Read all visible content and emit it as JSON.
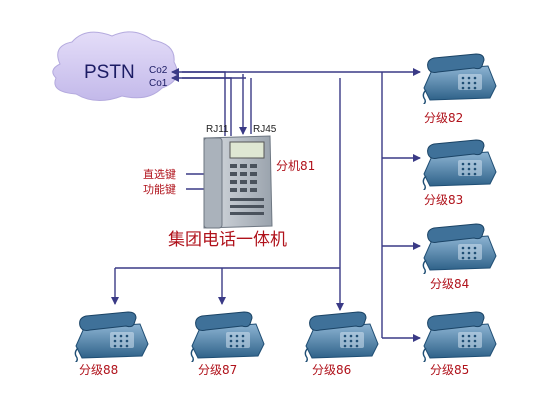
{
  "cloud": {
    "label": "PSTN",
    "co_lines": [
      "Co2",
      "Co1"
    ]
  },
  "pbx": {
    "ports": [
      "RJ11",
      "RJ45"
    ],
    "extension": "分机81",
    "keys": [
      "直选键",
      "功能键"
    ],
    "title": "集团电话一体机"
  },
  "extensions_right": [
    "分级82",
    "分级83",
    "分级84",
    "分级85"
  ],
  "extensions_bottom": [
    "分级88",
    "分级87",
    "分级86"
  ],
  "colors": {
    "line": "#3a3a86",
    "label": "#b0121b",
    "phone_body": "#4d7fa8",
    "phone_dark": "#1f4e74",
    "cloud": "#cfc8ef"
  },
  "icons": [
    "cloud-icon",
    "pbx-phone-icon",
    "phone-icon"
  ]
}
